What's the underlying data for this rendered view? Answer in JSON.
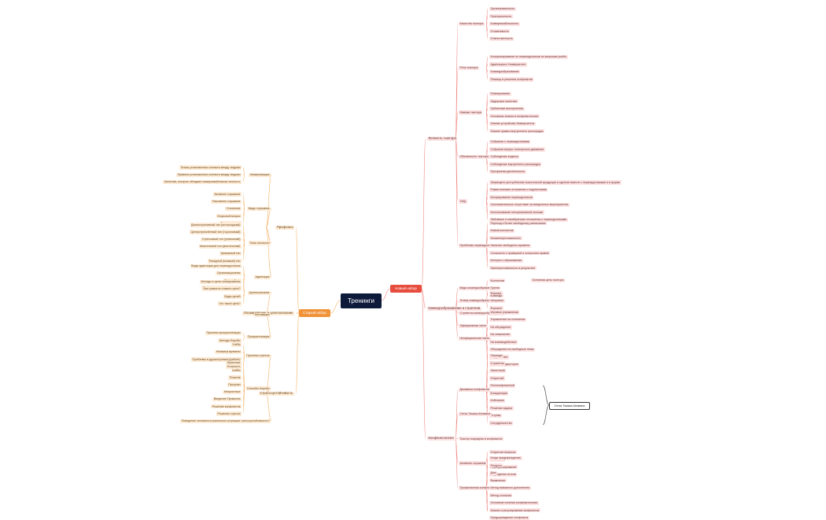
{
  "central_topic": "Тренинги",
  "new_set": {
    "label": "Новый набор",
    "groups": [
      {
        "label": "Личность тьютора",
        "children": [
          {
            "label": "Качества тьютора",
            "items": [
              "Организованность",
              "Пунктуальность",
              "Коммуникабельность",
              "Отзывчивость",
              "Ответственность"
            ]
          },
          {
            "label": "Роль тьютора",
            "items": [
              "Консультирование по первокурсников по вопросам учебы",
              "Адаптация в Университете",
              "Командообразование",
              "Помощь в решении конфликтов"
            ]
          },
          {
            "label": "Навыки тьютора",
            "items": [
              "Планирование",
              "Лидерские качества",
              "Публичные выступления",
              "Основные знания в конфликтологии",
              "Знание устройства Университета",
              "Знание правил внутреннего распорядка"
            ]
          },
          {
            "label": "Обязанность тьютора",
            "items": [
              "Собрания с первокурсниками",
              "Собрания внутри тьюторского движения",
              "Соблюдение кодекса",
              "Соблюдение внутреннего распорядка",
              "Прозрачная деятельность"
            ]
          },
          {
            "label": "Табу",
            "items": [
              "Запрещено употребление алкогольной продукции и курение вместе с первокурсниками и в форме",
              "Романтические отношения с подопечными",
              "Игнорирование первокурсников",
              "Систематическое отсутствие на внеурочных мероприятиях",
              "Использование ненормативной лексики",
              "Любовные и панибратские отношения с первокурсниками"
            ]
          },
          {
            "label": "Проблемы первокурсников",
            "items": [
              "Переход к более свободному расписанию",
              "Новый коллектив",
              "Незаинтересованность",
              "Наличие свободного времени",
              "Сложность с проверкой и контролем правил",
              "Интерес к образованию",
              "Заинтересованность в результате"
            ]
          }
        ]
      },
      {
        "label": "Командообразование и стратегии",
        "children": [
          {
            "label": "Виды командообразования",
            "items": [
              "Коллектив",
              "Группа",
              "Команда"
            ],
            "extra": "Основная цель тьютора"
          },
          {
            "label": "Этапы командообразования",
            "items": [
              "Формир.",
              "Шторминг",
              "Форминг"
            ]
          },
          {
            "label": "Стратегии командообразования",
            "items": [
              "Обучение"
            ]
          },
          {
            "label": "Официальная часть",
            "items": []
          },
          {
            "label": "Неофициальная часть",
            "items": [
              "Игровые упражнения",
              "Упражнения на сплочение",
              "На обсуждение",
              "На знакомство",
              "На взаимодействие",
              "Обсуждение на свободные темы",
              "Вопрос-ответ",
              "Личная предыстория"
            ]
          }
        ]
      },
      {
        "label": "Конфликтология",
        "children": [
          {
            "label": "Динамика конфликтов",
            "items": [
              "Периоды",
              "Стратегии",
              "Латентный",
              "Открытый",
              "Постконфликтный",
              "Конкуренция",
              "Избегание",
              "Решение задачи",
              "Уступка",
              "Сотрудничество"
            ]
          },
          {
            "label": "Сетка Томаса-Килмана",
            "items": []
          },
          {
            "label": "Тьютор посредник в конфликтах",
            "items": []
          },
          {
            "label": "Активное слушание",
            "items": [
              "Открытые вопросы",
              "Молчание",
              "Перефразирование",
              "Подведение итогов"
            ]
          },
          {
            "label": "Профилактика конфликтов",
            "items": [
              "Когда предупреждение",
              "Ресурсы",
              "Дом",
              "Выявление",
              "Метод взаимного дополнения",
              "Метод согласия",
              "Основные понятия конфликтологии",
              "Анализ и регулирование конфликтов",
              "Предупреждение конфликта"
            ]
          }
        ]
      }
    ]
  },
  "old_set": {
    "label": "Старый набор",
    "groups": [
      {
        "label": "Профсоюз",
        "children": [
          {
            "label": "Коммуникация",
            "items": [
              "Этапы установления контакта между людьми",
              "Правила установления контакта между людьми",
              "Качества, которые обладает коммуникабельная личность"
            ]
          },
          {
            "label": "Виды слушания",
            "items": [
              "Активное слушание",
              "Пассивное слушание",
              "Уточнение",
              "Открытый вопрос",
              "Суммирование"
            ]
          },
          {
            "label": "Типы личности",
            "items": [
              "Демонстративный тип (истероидный)",
              "Целеустремлённый тип (торопливый)",
              "Стрессовый тип (тревожный)",
              "Мнительный тип (мнительный)",
              "Тревожный тип",
              "Ригидный (мнимый) тип"
            ]
          },
          {
            "label": "Адаптация",
            "items": [
              "Виды адаптации для первокурсников",
              "Организационная",
              "Внеучебная",
              "Социально-психологическая"
            ]
          }
        ]
      },
      {
        "label": "Планирование и целеполагание",
        "children": [
          {
            "label": "Целеполагание",
            "items": [
              "Методы и цели планирования",
              "Как грамотно ставить цели?",
              "Виды целей",
              "Что такое цель?"
            ]
          },
          {
            "label": "Мотивация",
            "items": []
          },
          {
            "label": "Прокрастинация",
            "items": [
              "Причины прокрастинации",
              "Методы борьбы"
            ]
          }
        ]
      },
      {
        "label": "Стрессоустойчивость",
        "children": [
          {
            "label": "Причины стресса",
            "items": [
              "Учёба",
              "Нехватка времени",
              "Проблемы в друзьях(семье)(работе)",
              "Усталость"
            ]
          },
          {
            "label": "Способы борьбы",
            "items": [
              "Приятные",
              "Хобби",
              "Позитив",
              "Прогулки",
              "Неприятные",
              "Введение Привычек",
              "Решение конфликтов",
              "Решение стресса"
            ]
          },
          {
            "label": "Нуждающиеся в стрессоустойчивости?",
            "items": [
              "Поведение человека в различных ситуациях"
            ]
          }
        ]
      }
    ]
  },
  "frame_label": "Сетка Томаса-Килмана",
  "colors": {
    "center": "#0d1a3a",
    "new": "#e74c3c",
    "old": "#f0933a",
    "pinkLine": "#f08a84",
    "orangeLine": "#f4b36a"
  }
}
